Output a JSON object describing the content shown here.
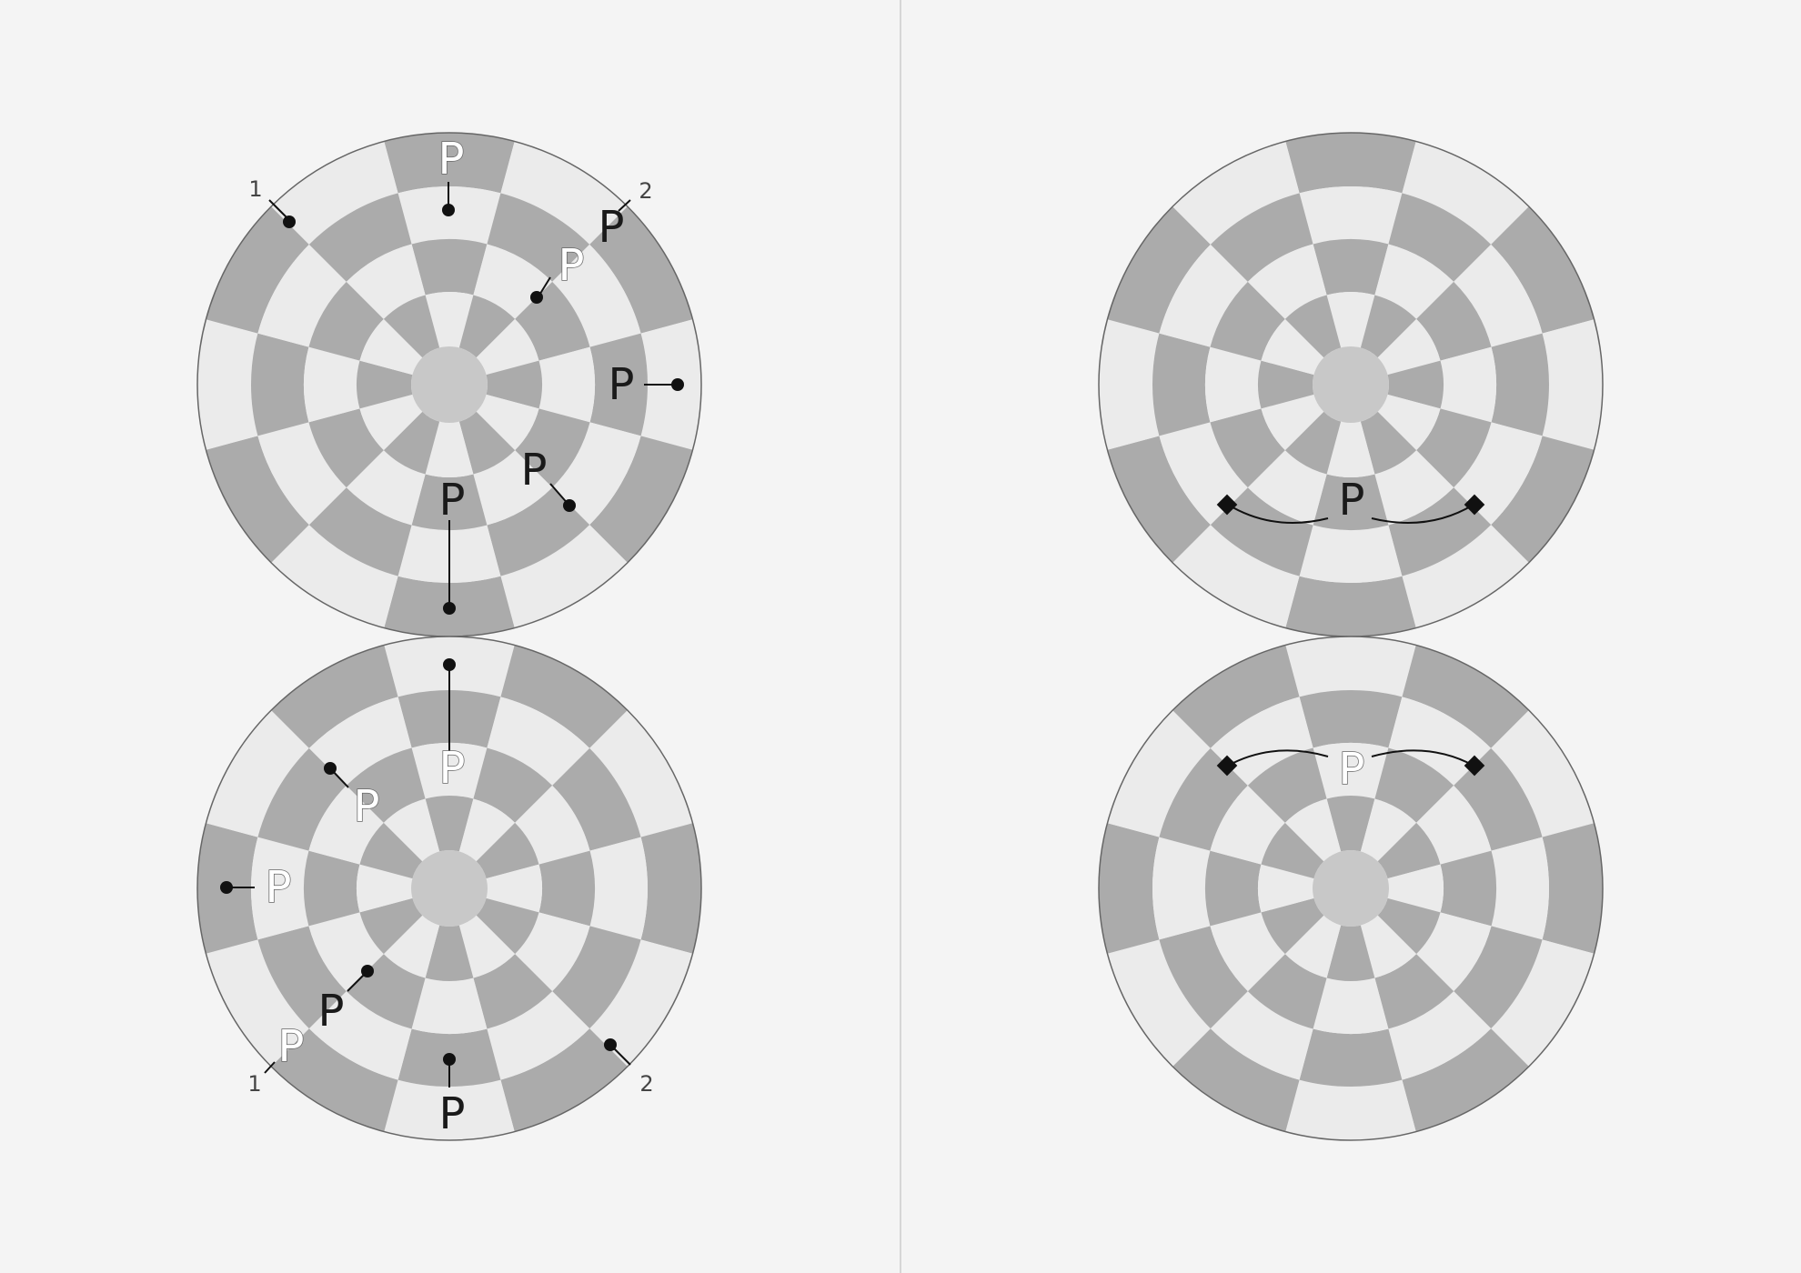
{
  "colors": {
    "background": "#f4f4f4",
    "dark_cell": "#ababab",
    "light_cell": "#ebebeb",
    "center": "#c8c8c8",
    "outline": "#666666",
    "divider": "#d6d6d6"
  },
  "piece_symbol": "P",
  "number_labels": [
    "1",
    "2"
  ],
  "left_panel": {
    "top_board": {
      "white_pawns": 2,
      "black_pawns": 4,
      "dot_markers": 7
    },
    "bottom_board": {
      "white_pawns": 4,
      "black_pawns": 2,
      "dot_markers": 7
    }
  },
  "right_panel": {
    "top_board": {
      "black_pawns": 1,
      "diamond_markers": 2
    },
    "bottom_board": {
      "white_pawns": 1,
      "diamond_markers": 2
    }
  }
}
